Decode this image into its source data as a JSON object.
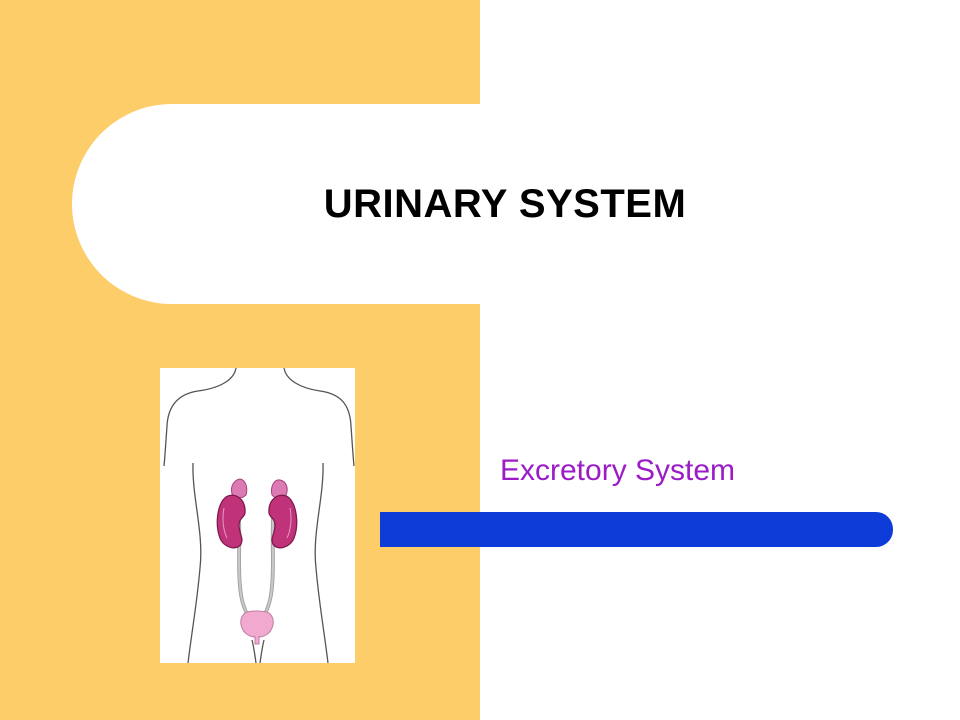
{
  "slide": {
    "title": "URINARY SYSTEM",
    "subtitle": "Excretory System",
    "illustration_icon": "urinary-system-anatomy-diagram"
  },
  "colors": {
    "left_panel": "#fdcd6a",
    "background": "#ffffff",
    "title_text": "#000000",
    "subtitle_text": "#9b1bc7",
    "accent_bar": "#0d3cd9",
    "kidney": "#c0337a",
    "adrenal": "#dc7ab3",
    "bladder": "#f2a9cf"
  }
}
